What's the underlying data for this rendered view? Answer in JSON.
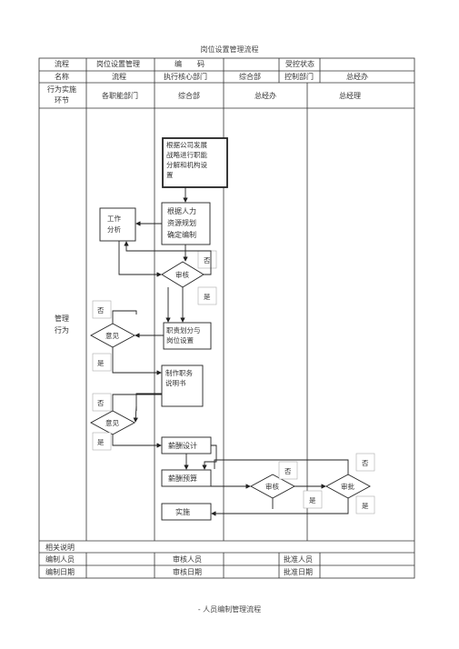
{
  "doc": {
    "title": "岗位设置管理流程",
    "footer": "- 人员编制管理流程"
  },
  "header": {
    "r1c1": "流程",
    "r2c1": "名称",
    "r1c2": "岗位设置管理",
    "r2c2": "流程",
    "r1c3": "编",
    "r1c3b": "码",
    "r1c5": "受控状态",
    "r2c3": "执行核心部门",
    "r2c4": "综合部",
    "r2c5": "控制部门",
    "r2c6": "总经办"
  },
  "columns": {
    "stage_line1": "行为实施",
    "stage_line2": "环节",
    "dept1": "各职能部门",
    "dept2": "综合部",
    "dept3": "总经办",
    "dept4": "总经理"
  },
  "row_label": {
    "line1": "管理",
    "line2": "行为"
  },
  "flow": {
    "box1": [
      "根据公司发展",
      "战略进行职能",
      "分解和机构设",
      "置"
    ],
    "box2": [
      "根据人力",
      "资源规划",
      "确定编制"
    ],
    "work_analysis": [
      "工作",
      "分析"
    ],
    "review1": "审核",
    "no1": "否",
    "yes1": "是",
    "box3": [
      "职责划分与",
      "岗位设置"
    ],
    "opinion1": "意见",
    "no2": "否",
    "yes2": "是",
    "box4": [
      "制作职务",
      "说明书"
    ],
    "opinion2": "意见",
    "no3": "否",
    "yes3": "是",
    "salary_design": "薪酬设计",
    "salary_budget": "薪酬预算",
    "review2": "审核",
    "no4": "否",
    "yes4": "是",
    "approve": "审批",
    "no5": "否",
    "yes5": "是",
    "implement": "实施"
  },
  "bottom": {
    "notes": "相关说明",
    "prepared_by": "编制人员",
    "reviewed_by": "审核人员",
    "approved_by": "批准人员",
    "prepared_date": "编制日期",
    "reviewed_date": "审核日期",
    "approved_date": "批准日期"
  }
}
